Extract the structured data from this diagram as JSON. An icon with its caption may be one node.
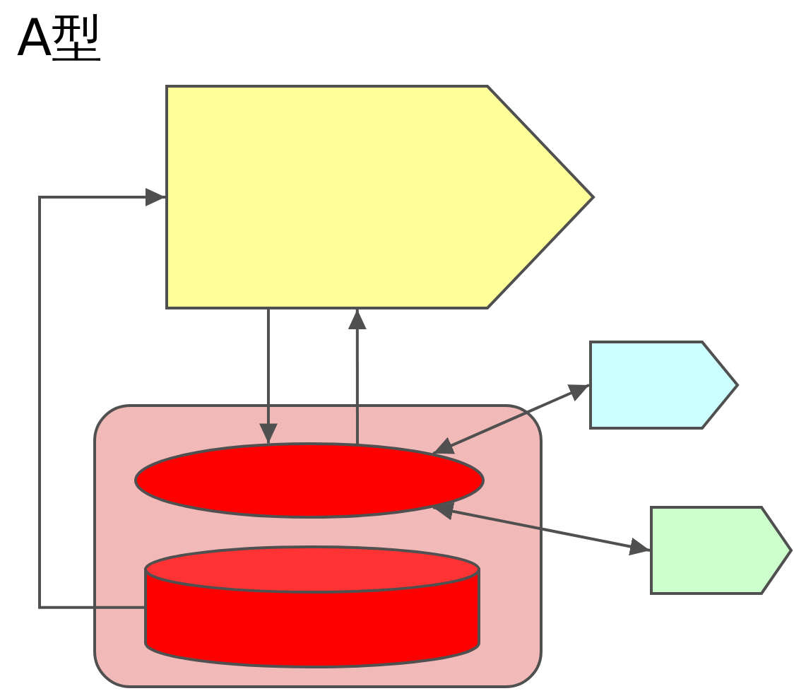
{
  "diagram": {
    "title": "A型",
    "nodes": [
      {
        "text": [],
        "shape": "pentagon"
      },
      {
        "text": [],
        "shape": "box"
      },
      {
        "text": [],
        "shape": "ellipse",
        "in": 1
      },
      {
        "text": [],
        "shape": "cylinder",
        "in": 1
      },
      {
        "text": [],
        "shape": "pentagon"
      },
      {
        "text": [],
        "shape": "pentagon"
      }
    ],
    "edges": [
      {
        "from": 3,
        "to": 0,
        "arrow": "to"
      },
      {
        "from": 0,
        "to": 2,
        "arrow": "to"
      },
      {
        "from": 2,
        "to": 0,
        "arrow": "to"
      },
      {
        "from": 2,
        "to": 4,
        "arrow": "both"
      },
      {
        "from": 2,
        "to": 5,
        "arrow": "both"
      }
    ]
  }
}
